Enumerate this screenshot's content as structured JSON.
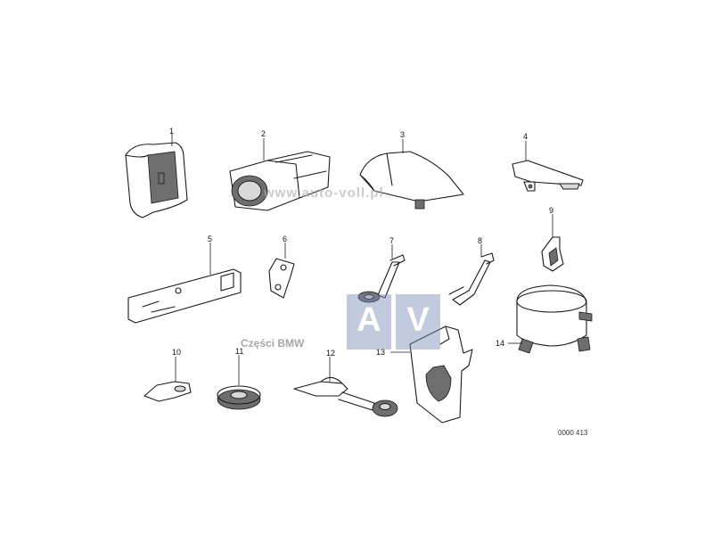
{
  "diagram": {
    "callouts": [
      "1",
      "2",
      "3",
      "4",
      "5",
      "6",
      "7",
      "8",
      "9",
      "10",
      "11",
      "12",
      "13",
      "14"
    ],
    "drawing_number": "0000 413"
  },
  "watermarks": {
    "url": "www.auto-voll.pl",
    "shop": "Części BMW",
    "logo_left": "A",
    "logo_right": "V",
    "logo_color": "#7a8cb4"
  }
}
